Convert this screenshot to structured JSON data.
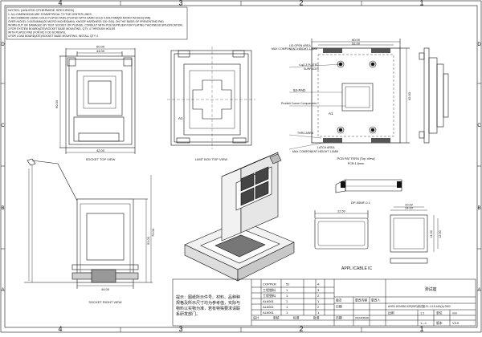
{
  "frame": {
    "top_cols": [
      "4",
      "3",
      "2",
      "1"
    ],
    "bottom_cols": [
      "4",
      "3",
      "2",
      "1"
    ],
    "rows": [
      "D",
      "C",
      "B",
      "A"
    ]
  },
  "notes": {
    "title": "NOTES: (UNLESS OTHERWISE SPECIFIED)",
    "lines": [
      "1. ALL DIMENSIONS ARE SYMMETRICAL TO THE CENTER LINES.",
      "2. RECOMMEND USING GOLD PLATED PADS (PLATED WITH HARD GOLD 0.00127MM(50 MICRO INCHES) MIN).",
      "OVER NICKEL 0.00254MM(100 MICRO INCHES)MIN). KNOOP HARDNESS 130~200). ON THE BASIS OF PREVENTING PAD",
      "WORN OUT OR DAMAGED BY TEST SOCKET OR PLUNGE. CONSULT WITH PCB SUPPLIER FOR PLATING THICKNESS SPECIFICATION.",
      "3.FOR SYSTEM BOARD(ATE)/SOCKET BASE MOUNTING, QTY. 4 THROUGH HOLES",
      "WITH PLATED PAD (FOR M2.0 OD SCREWS).",
      "4.FOR LOAD BOARD(ATE)/SOCKET BASE MOUNTING, INSTALL QTY 4."
    ]
  },
  "views": {
    "socket_top": "SOCKET TOP VIEW",
    "limit_box": "LIMIT BOX   TOP VIEW",
    "pcb_pattern": "PCB PATTERN  [Top View]",
    "pcb_thk": "PCB:1.6mm",
    "socket_right": "SOCKET RIGHT VIEW",
    "appl": "APPL  ICABLE IC",
    "dp_label": "DP-05MF-0.1"
  },
  "dims": {
    "top_w": "60.00",
    "top_w2": "44.00",
    "top_w3": "42.00",
    "top_h": "60.00",
    "pcb_w1": "60.00",
    "pcb_w2": "52.00",
    "pcb_w3": "40.00",
    "pcb_side": "42.00",
    "ic_w1": "14.00",
    "ic_w2": "12.00",
    "bottom_w": "44.00",
    "right_h": "75.00",
    "right_h2": "53.00"
  },
  "annotations": {
    "lid_area": "LID OPEN AREA",
    "max_height": "MAX COMPONENT HEIGHT 1.5MM",
    "plated": "4-φ2.3 PLATED",
    "surfaces": "SURFACES",
    "pad": "52-PAD",
    "prohibit": "Prohibit Comm Components",
    "thru_area": "THRU AREA",
    "latch_area": "LATCH AREA",
    "max_height2": "MAX COMPONENT HEIGHT 1.5MM",
    "a1_left": "A1",
    "a1_right": "A1"
  },
  "bom": {
    "rows": [
      {
        "name": "COPPER",
        "qty": "52",
        "idx": "4"
      },
      {
        "name": "工程塑料",
        "qty": "1",
        "idx": "3"
      },
      {
        "name": "工程塑料",
        "qty": "1",
        "idx": "2"
      },
      {
        "name": "AL6061",
        "qty": "1",
        "idx": "1"
      },
      {
        "name": "AL6061",
        "qty": "1",
        "idx": "2"
      },
      {
        "name": "AL6061",
        "qty": "1",
        "idx": "1"
      }
    ]
  },
  "title_block": {
    "hint": "提示：图纸所示件号、材料、品种种规格及所示尺寸均为参考值，实际与物料以实物为准，若有特殊要求请联系研发部门。",
    "company": "测试座",
    "part_no": "AHSS-2024530-53P(50P)测试座-FL-3-15-1AS(A) 0902",
    "scale_label": "比例",
    "scale": "1:1",
    "unit_label": "单位",
    "unit": "mm",
    "version_label": "版本",
    "version": "V3.0",
    "date_label": "日期",
    "date": "20240530",
    "sheet": "1—1",
    "cells": [
      "设计",
      "审核",
      "标准",
      "批准",
      "版次",
      "更改内容",
      "更改人",
      "日期"
    ]
  },
  "dp_dims": {
    "w1": "22.50",
    "w2": "16.00",
    "h1": "3.00"
  },
  "appl_dims": {
    "w1": "24.00",
    "w2": "20.00",
    "h1": "14.00",
    "h2": "12.00"
  }
}
